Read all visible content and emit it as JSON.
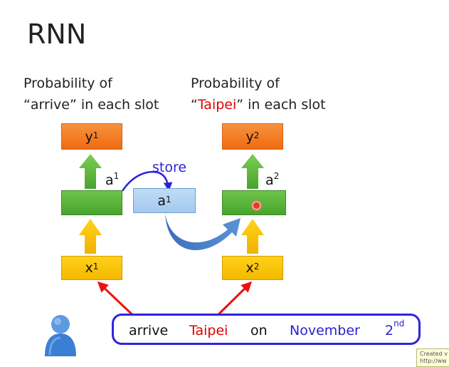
{
  "title": "RNN",
  "left_caption": {
    "line1": "Probability of",
    "line2": "“arrive” in each slot"
  },
  "right_caption": {
    "line1": "Probability of",
    "line2_pre": "“",
    "line2_red": "Taipei",
    "line2_post": "” in each slot"
  },
  "left_column": {
    "output": {
      "base": "y",
      "sup": "1"
    },
    "hidden_label": {
      "base": "a",
      "sup": "1"
    },
    "input": {
      "base": "x",
      "sup": "1"
    }
  },
  "right_column": {
    "output": {
      "base": "y",
      "sup": "2"
    },
    "hidden_label": {
      "base": "a",
      "sup": "2"
    },
    "input": {
      "base": "x",
      "sup": "2"
    }
  },
  "memory": {
    "store_label": "store",
    "cell": {
      "base": "a",
      "sup": "1"
    }
  },
  "sentence": {
    "words": [
      {
        "text": "arrive",
        "color": "black"
      },
      {
        "text": "Taipei",
        "color": "red"
      },
      {
        "text": "on",
        "color": "black"
      },
      {
        "text": "November",
        "color": "blue"
      },
      {
        "text": "2",
        "sup": "nd",
        "color": "blue"
      }
    ]
  },
  "colors": {
    "output_box": "#f07a20",
    "hidden_box": "#55b33a",
    "input_box": "#ffc700",
    "memory_box": "#a9ccef",
    "red_arrow": "#ee1111",
    "store_arrow": "#2b22d6",
    "sentence_border": "#3322dd"
  },
  "watermark": {
    "line1": "Created v",
    "line2": "http://ww"
  }
}
